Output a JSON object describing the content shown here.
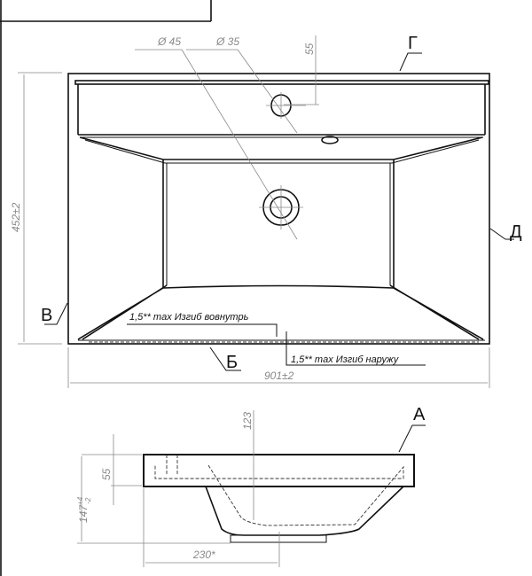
{
  "top_view": {
    "dia_drain": "Ø 45",
    "dia_tap": "Ø 35",
    "tap_offset": "55",
    "depth": "452±2",
    "width": "901±2",
    "note_inward": "1,5** max Изгиб вовнутрь",
    "note_outward": "1,5** max Изгиб наружу",
    "labels": {
      "g": "Г",
      "d": "Д",
      "v": "В",
      "b": "Б"
    }
  },
  "side_view": {
    "height": "147",
    "height_tol_upper": "+4",
    "height_tol_lower": "-2",
    "rim": "55",
    "bowl_depth": "123",
    "drain_offset": "230*",
    "label_a": "А"
  }
}
